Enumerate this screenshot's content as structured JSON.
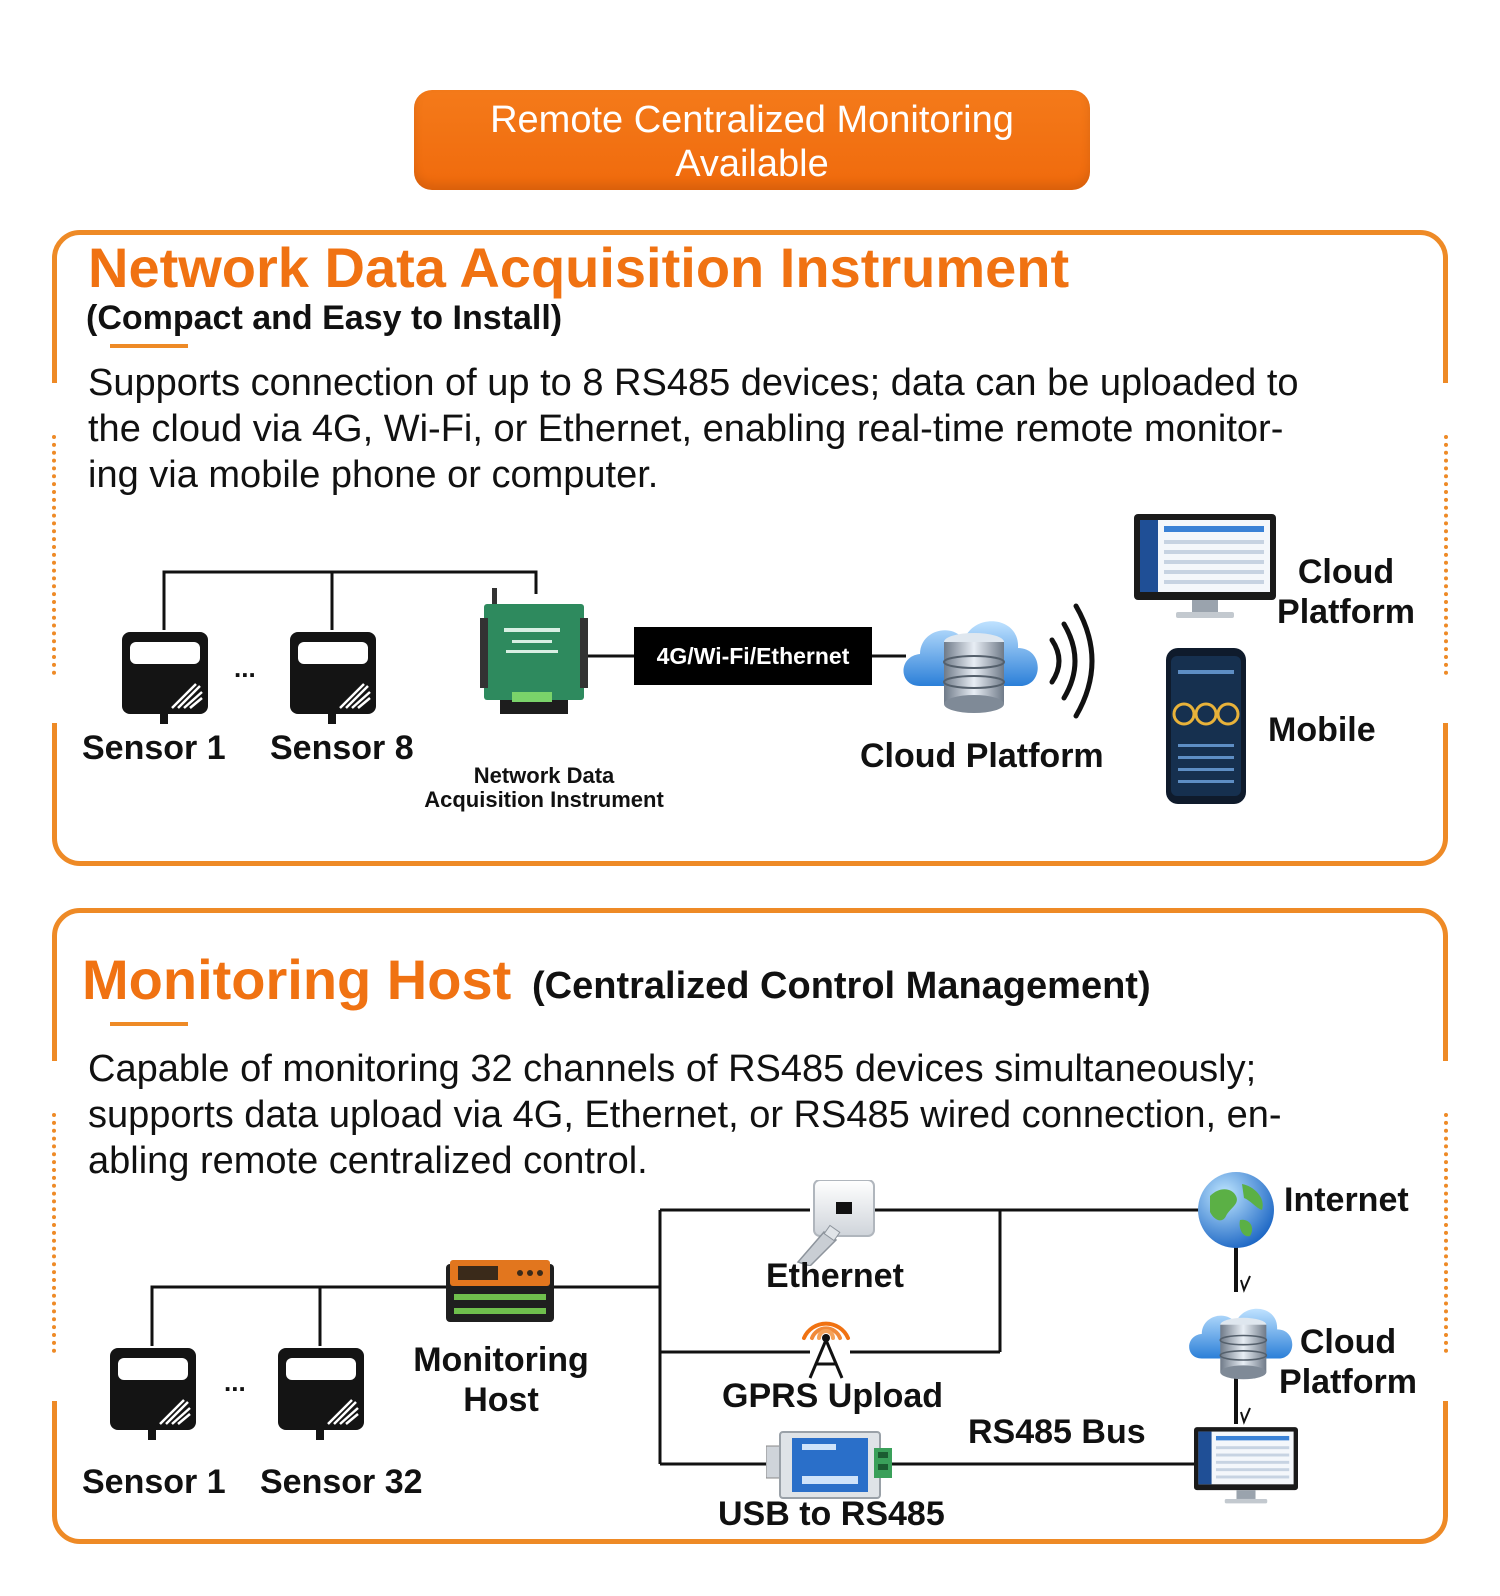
{
  "banner": {
    "line1": "Remote Centralized Monitoring",
    "line2": "Available"
  },
  "section1": {
    "title": "Network Data Acquisition Instrument",
    "subtitle": "(Compact and Easy to Install)",
    "paragraph_lines": [
      "Supports connection of up to 8 RS485 devices; data can be uploaded to",
      "the cloud via 4G, Wi-Fi, or Ethernet, enabling real-time remote monitor-",
      "ing via mobile phone or computer."
    ],
    "labels": {
      "sensor_first": "Sensor 1",
      "sensor_last": "Sensor 8",
      "ellipsis": "...",
      "instrument_line1": "Network Data",
      "instrument_line2": "Acquisition Instrument",
      "link": "4G/Wi-Fi/Ethernet",
      "cloud": "Cloud Platform",
      "cloud_right_line1": "Cloud",
      "cloud_right_line2": "Platform",
      "mobile": "Mobile"
    }
  },
  "section2": {
    "title": "Monitoring Host",
    "subtitle": "(Centralized Control Management)",
    "paragraph_lines": [
      "Capable of monitoring 32 channels of RS485 devices simultaneously;",
      "supports data upload via 4G, Ethernet, or RS485 wired connection, en-",
      "abling remote centralized control."
    ],
    "labels": {
      "sensor_first": "Sensor 1",
      "sensor_last": "Sensor 32",
      "ellipsis": "...",
      "host_line1": "Monitoring",
      "host_line2": "Host",
      "ethernet": "Ethernet",
      "gprs": "GPRS Upload",
      "usb": "USB to RS485",
      "rs485": "RS485 Bus",
      "internet": "Internet",
      "cloud_line1": "Cloud",
      "cloud_line2": "Platform"
    }
  },
  "colors": {
    "accent": "#f07212",
    "border": "#ee8a26",
    "instrument_green": "#2e8a5e",
    "screen_blue": "#2a6fc9"
  }
}
